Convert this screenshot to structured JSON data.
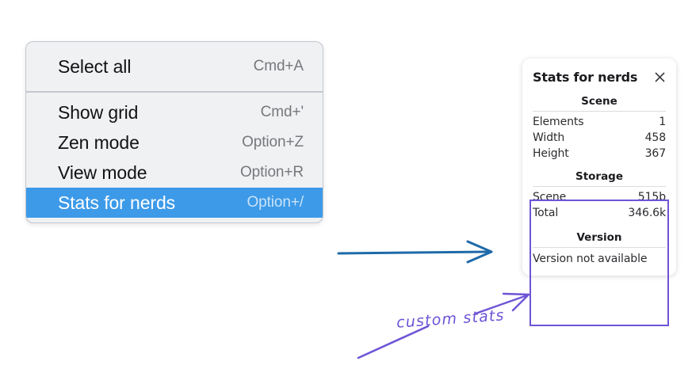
{
  "context_menu": {
    "name": "context-menu",
    "groups": [
      {
        "items": [
          {
            "label": "Select all",
            "shortcut": "Cmd+A",
            "selected": false
          }
        ]
      },
      {
        "items": [
          {
            "label": "Show grid",
            "shortcut": "Cmd+'",
            "selected": false
          },
          {
            "label": "Zen mode",
            "shortcut": "Option+Z",
            "selected": false
          },
          {
            "label": "View mode",
            "shortcut": "Option+R",
            "selected": false
          },
          {
            "label": "Stats for nerds",
            "shortcut": "Option+/",
            "selected": true
          }
        ]
      }
    ],
    "items": [
      {
        "label": "Select all",
        "shortcut": "Cmd+A"
      },
      {
        "label": "Show grid",
        "shortcut": "Cmd+'"
      },
      {
        "label": "Zen mode",
        "shortcut": "Option+Z"
      },
      {
        "label": "View mode",
        "shortcut": "Option+R"
      },
      {
        "label": "Stats for nerds",
        "shortcut": "Option+/"
      }
    ],
    "highlight_color": "#3d9ae8"
  },
  "stats_panel": {
    "title": "Stats for nerds",
    "close_icon": "close-icon",
    "sections": [
      {
        "title": "Scene",
        "rows": [
          {
            "key": "Elements",
            "value": "1"
          },
          {
            "key": "Width",
            "value": "458"
          },
          {
            "key": "Height",
            "value": "367"
          }
        ]
      },
      {
        "title": "Storage",
        "rows": [
          {
            "key": "Scene",
            "value": "515b"
          },
          {
            "key": "Total",
            "value": "346.6k"
          }
        ]
      },
      {
        "title": "Version",
        "text": "Version not available"
      }
    ]
  },
  "annotations": {
    "handwritten_label": "custom stats",
    "arrow_blue_color": "#1f6aa8",
    "arrow_purple_color": "#6e54d6",
    "highlight_box_color": "#6e54d6"
  }
}
